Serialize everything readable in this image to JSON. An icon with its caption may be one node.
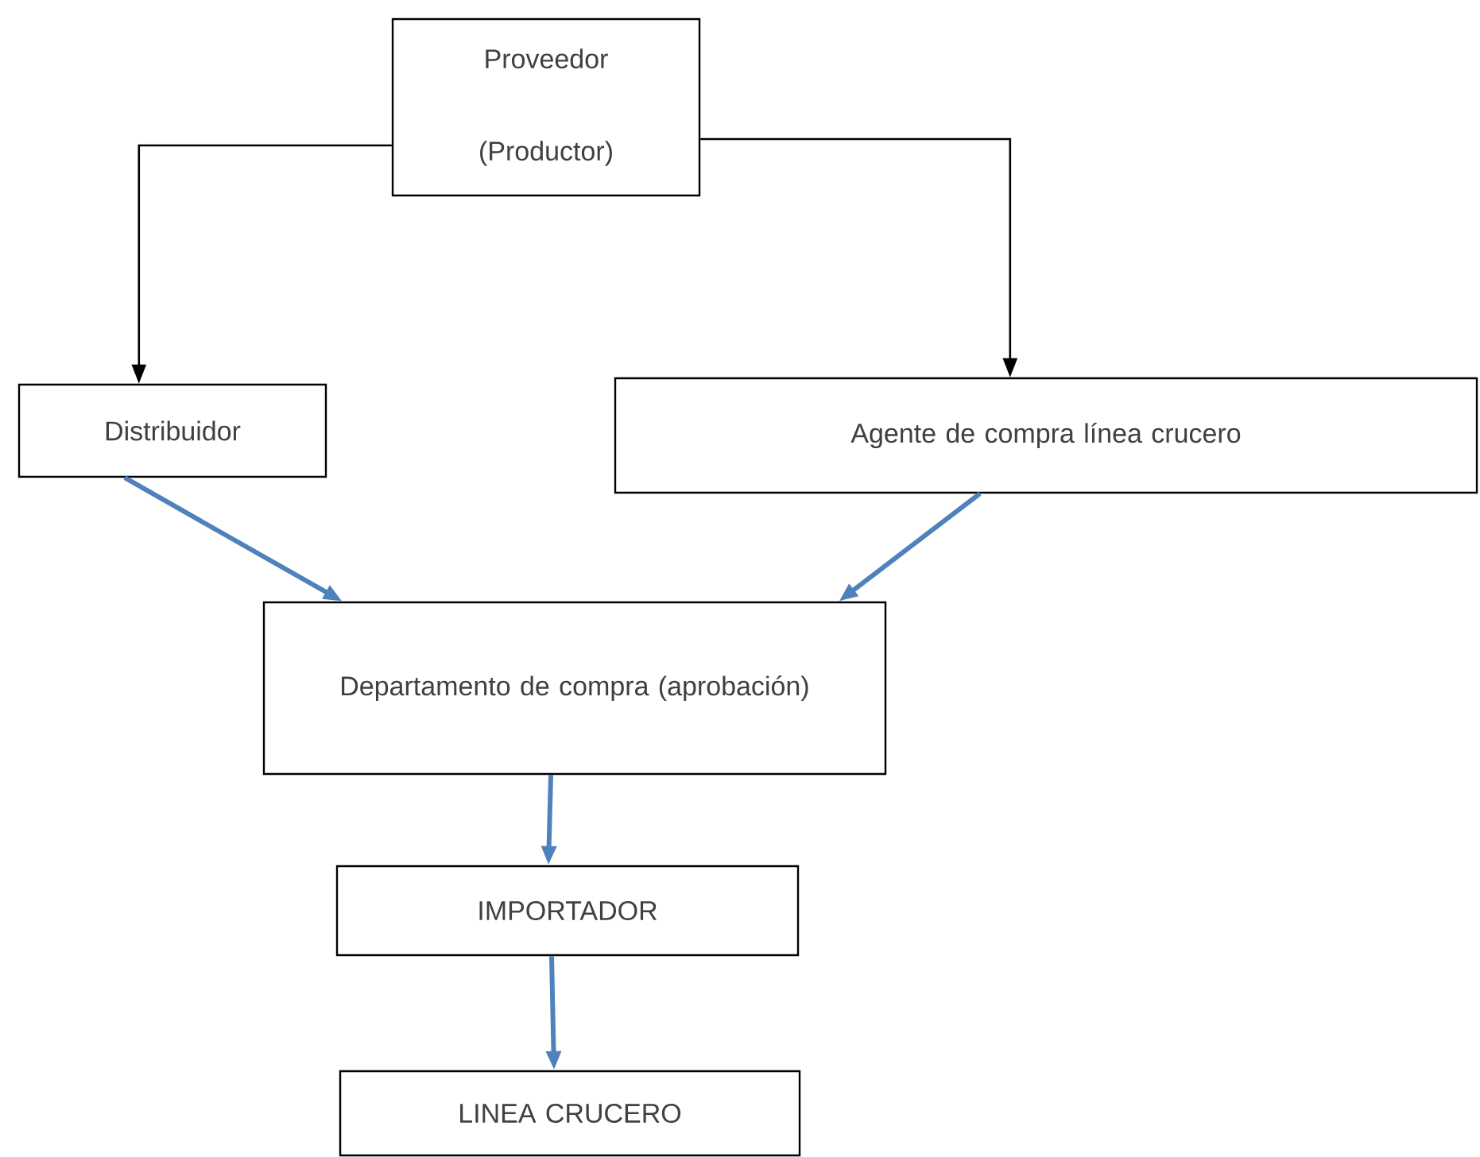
{
  "diagram": {
    "nodes": [
      {
        "text": [
          "Proveedor (Productor)"
        ]
      },
      {
        "text": [
          "Distribuidor"
        ]
      },
      {
        "text": [
          "Agente de compra línea crucero"
        ]
      },
      {
        "text": [
          "Departamento de compra (aprobación)"
        ]
      },
      {
        "text": [
          "IMPORTADOR"
        ]
      },
      {
        "text": [
          "LINEA CRUCERO"
        ]
      }
    ],
    "edges": [
      {
        "from": 0,
        "to": 1,
        "arrow": "to",
        "color": "#000000"
      },
      {
        "from": 0,
        "to": 2,
        "arrow": "to",
        "color": "#000000"
      },
      {
        "from": 1,
        "to": 3,
        "arrow": "to"
      },
      {
        "from": 2,
        "to": 3,
        "arrow": "to"
      },
      {
        "from": 3,
        "to": 4,
        "arrow": "to"
      },
      {
        "from": 4,
        "to": 5,
        "arrow": "to"
      }
    ]
  }
}
